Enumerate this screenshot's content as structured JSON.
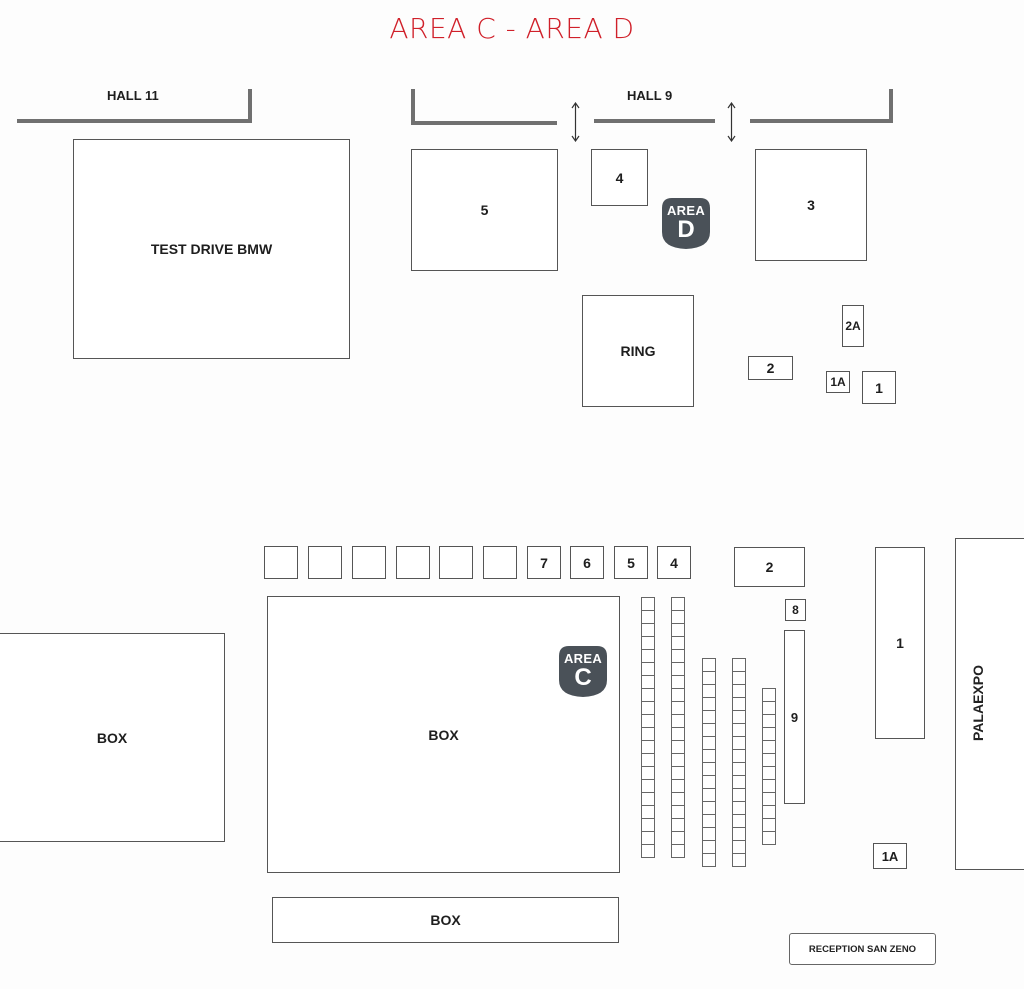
{
  "title": "AREA C - AREA D",
  "colors": {
    "title": "#d0202a",
    "badge": "#4a5158",
    "walls": "#707070"
  },
  "area_d": {
    "hall_11_label": "HALL 11",
    "hall_9_label": "HALL 9",
    "test_drive_label": "TEST DRIVE BMW",
    "ring_label": "RING",
    "badge_top": "AREA",
    "badge_letter": "D",
    "stalls": {
      "s5": "5",
      "s4": "4",
      "s3": "3",
      "s2a": "2A",
      "s2": "2",
      "s1a": "1A",
      "s1": "1"
    }
  },
  "area_c": {
    "badge_top": "AREA",
    "badge_letter": "C",
    "box_left": "BOX",
    "box_main": "BOX",
    "box_bottom": "BOX",
    "top_row_numbers": {
      "n7": "7",
      "n6": "6",
      "n5": "5",
      "n4": "4"
    },
    "stall_2": "2",
    "stall_8": "8",
    "stall_9": "9",
    "stall_1": "1",
    "stall_1a": "1A",
    "palaexpo": "PALAEXPO",
    "reception": "RECEPTION SAN ZENO"
  }
}
